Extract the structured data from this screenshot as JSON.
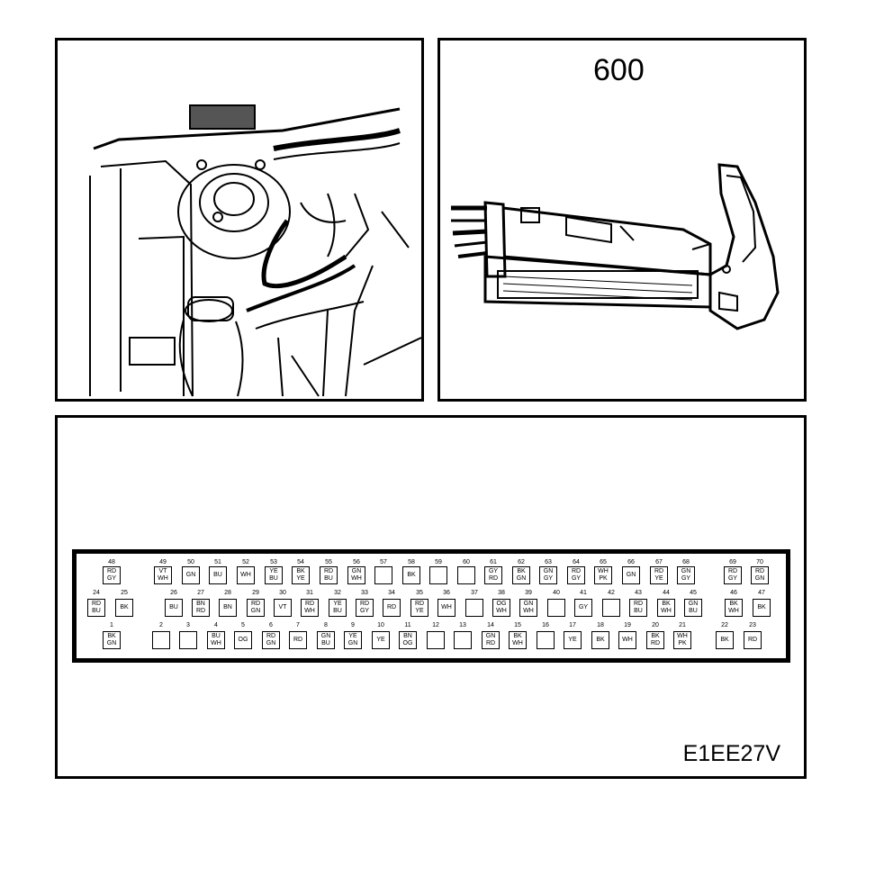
{
  "connector": {
    "ref_number": "600",
    "figure_code": "E1EE27V",
    "rows": {
      "top": [
        {
          "pin": "48",
          "wires": [
            "RD",
            "GY"
          ]
        },
        {
          "pin": "49",
          "wires": [
            "VT",
            "WH"
          ]
        },
        {
          "pin": "50",
          "wires": [
            "GN"
          ]
        },
        {
          "pin": "51",
          "wires": [
            "BU"
          ]
        },
        {
          "pin": "52",
          "wires": [
            "WH"
          ]
        },
        {
          "pin": "53",
          "wires": [
            "YE",
            "BU"
          ]
        },
        {
          "pin": "54",
          "wires": [
            "BK",
            "YE"
          ]
        },
        {
          "pin": "55",
          "wires": [
            "RD",
            "BU"
          ]
        },
        {
          "pin": "56",
          "wires": [
            "GN",
            "WH"
          ]
        },
        {
          "pin": "57",
          "wires": []
        },
        {
          "pin": "58",
          "wires": [
            "BK"
          ]
        },
        {
          "pin": "59",
          "wires": []
        },
        {
          "pin": "60",
          "wires": []
        },
        {
          "pin": "61",
          "wires": [
            "GY",
            "RD"
          ]
        },
        {
          "pin": "62",
          "wires": [
            "BK",
            "GN"
          ]
        },
        {
          "pin": "63",
          "wires": [
            "GN",
            "GY"
          ]
        },
        {
          "pin": "64",
          "wires": [
            "RD",
            "GY"
          ]
        },
        {
          "pin": "65",
          "wires": [
            "WH",
            "PK"
          ]
        },
        {
          "pin": "66",
          "wires": [
            "GN"
          ]
        },
        {
          "pin": "67",
          "wires": [
            "RD",
            "YE"
          ]
        },
        {
          "pin": "68",
          "wires": [
            "GN",
            "GY"
          ]
        },
        {
          "pin": "69",
          "wires": [
            "RD",
            "GY"
          ]
        },
        {
          "pin": "70",
          "wires": [
            "RD",
            "GN"
          ]
        }
      ],
      "middle": [
        {
          "pin": "24",
          "wires": [
            "RD",
            "BU"
          ]
        },
        {
          "pin": "25",
          "wires": [
            "BK"
          ]
        },
        {
          "pin": "26",
          "wires": [
            "BU"
          ]
        },
        {
          "pin": "27",
          "wires": [
            "BN",
            "RD"
          ]
        },
        {
          "pin": "28",
          "wires": [
            "BN"
          ]
        },
        {
          "pin": "29",
          "wires": [
            "RD",
            "GN"
          ]
        },
        {
          "pin": "30",
          "wires": [
            "VT"
          ]
        },
        {
          "pin": "31",
          "wires": [
            "RD",
            "WH"
          ]
        },
        {
          "pin": "32",
          "wires": [
            "YE",
            "BU"
          ]
        },
        {
          "pin": "33",
          "wires": [
            "RD",
            "GY"
          ]
        },
        {
          "pin": "34",
          "wires": [
            "RD"
          ]
        },
        {
          "pin": "35",
          "wires": [
            "RD",
            "YE"
          ]
        },
        {
          "pin": "36",
          "wires": [
            "WH"
          ]
        },
        {
          "pin": "37",
          "wires": []
        },
        {
          "pin": "38",
          "wires": [
            "OG",
            "WH"
          ]
        },
        {
          "pin": "39",
          "wires": [
            "GN",
            "WH"
          ]
        },
        {
          "pin": "40",
          "wires": []
        },
        {
          "pin": "41",
          "wires": [
            "GY"
          ]
        },
        {
          "pin": "42",
          "wires": []
        },
        {
          "pin": "43",
          "wires": [
            "RD",
            "BU"
          ]
        },
        {
          "pin": "44",
          "wires": [
            "BK",
            "WH"
          ]
        },
        {
          "pin": "45",
          "wires": [
            "GN",
            "BU"
          ]
        },
        {
          "pin": "46",
          "wires": [
            "BK",
            "WH"
          ]
        },
        {
          "pin": "47",
          "wires": [
            "BK"
          ]
        }
      ],
      "bottom": [
        {
          "pin": "1",
          "wires": [
            "BK",
            "GN"
          ]
        },
        {
          "pin": "2",
          "wires": []
        },
        {
          "pin": "3",
          "wires": []
        },
        {
          "pin": "4",
          "wires": [
            "BU",
            "WH"
          ]
        },
        {
          "pin": "5",
          "wires": [
            "OG"
          ]
        },
        {
          "pin": "6",
          "wires": [
            "RD",
            "GN"
          ]
        },
        {
          "pin": "7",
          "wires": [
            "RD"
          ]
        },
        {
          "pin": "8",
          "wires": [
            "GN",
            "BU"
          ]
        },
        {
          "pin": "9",
          "wires": [
            "YE",
            "GN"
          ]
        },
        {
          "pin": "10",
          "wires": [
            "YE"
          ]
        },
        {
          "pin": "11",
          "wires": [
            "BN",
            "OG"
          ]
        },
        {
          "pin": "12",
          "wires": []
        },
        {
          "pin": "13",
          "wires": []
        },
        {
          "pin": "14",
          "wires": [
            "GN",
            "RD"
          ]
        },
        {
          "pin": "15",
          "wires": [
            "BK",
            "WH"
          ]
        },
        {
          "pin": "16",
          "wires": []
        },
        {
          "pin": "17",
          "wires": [
            "YE"
          ]
        },
        {
          "pin": "18",
          "wires": [
            "BK"
          ]
        },
        {
          "pin": "19",
          "wires": [
            "WH"
          ]
        },
        {
          "pin": "20",
          "wires": [
            "BK",
            "RD"
          ]
        },
        {
          "pin": "21",
          "wires": [
            "WH",
            "PK"
          ]
        },
        {
          "pin": "22",
          "wires": [
            "BK"
          ]
        },
        {
          "pin": "23",
          "wires": [
            "RD"
          ]
        }
      ]
    }
  }
}
